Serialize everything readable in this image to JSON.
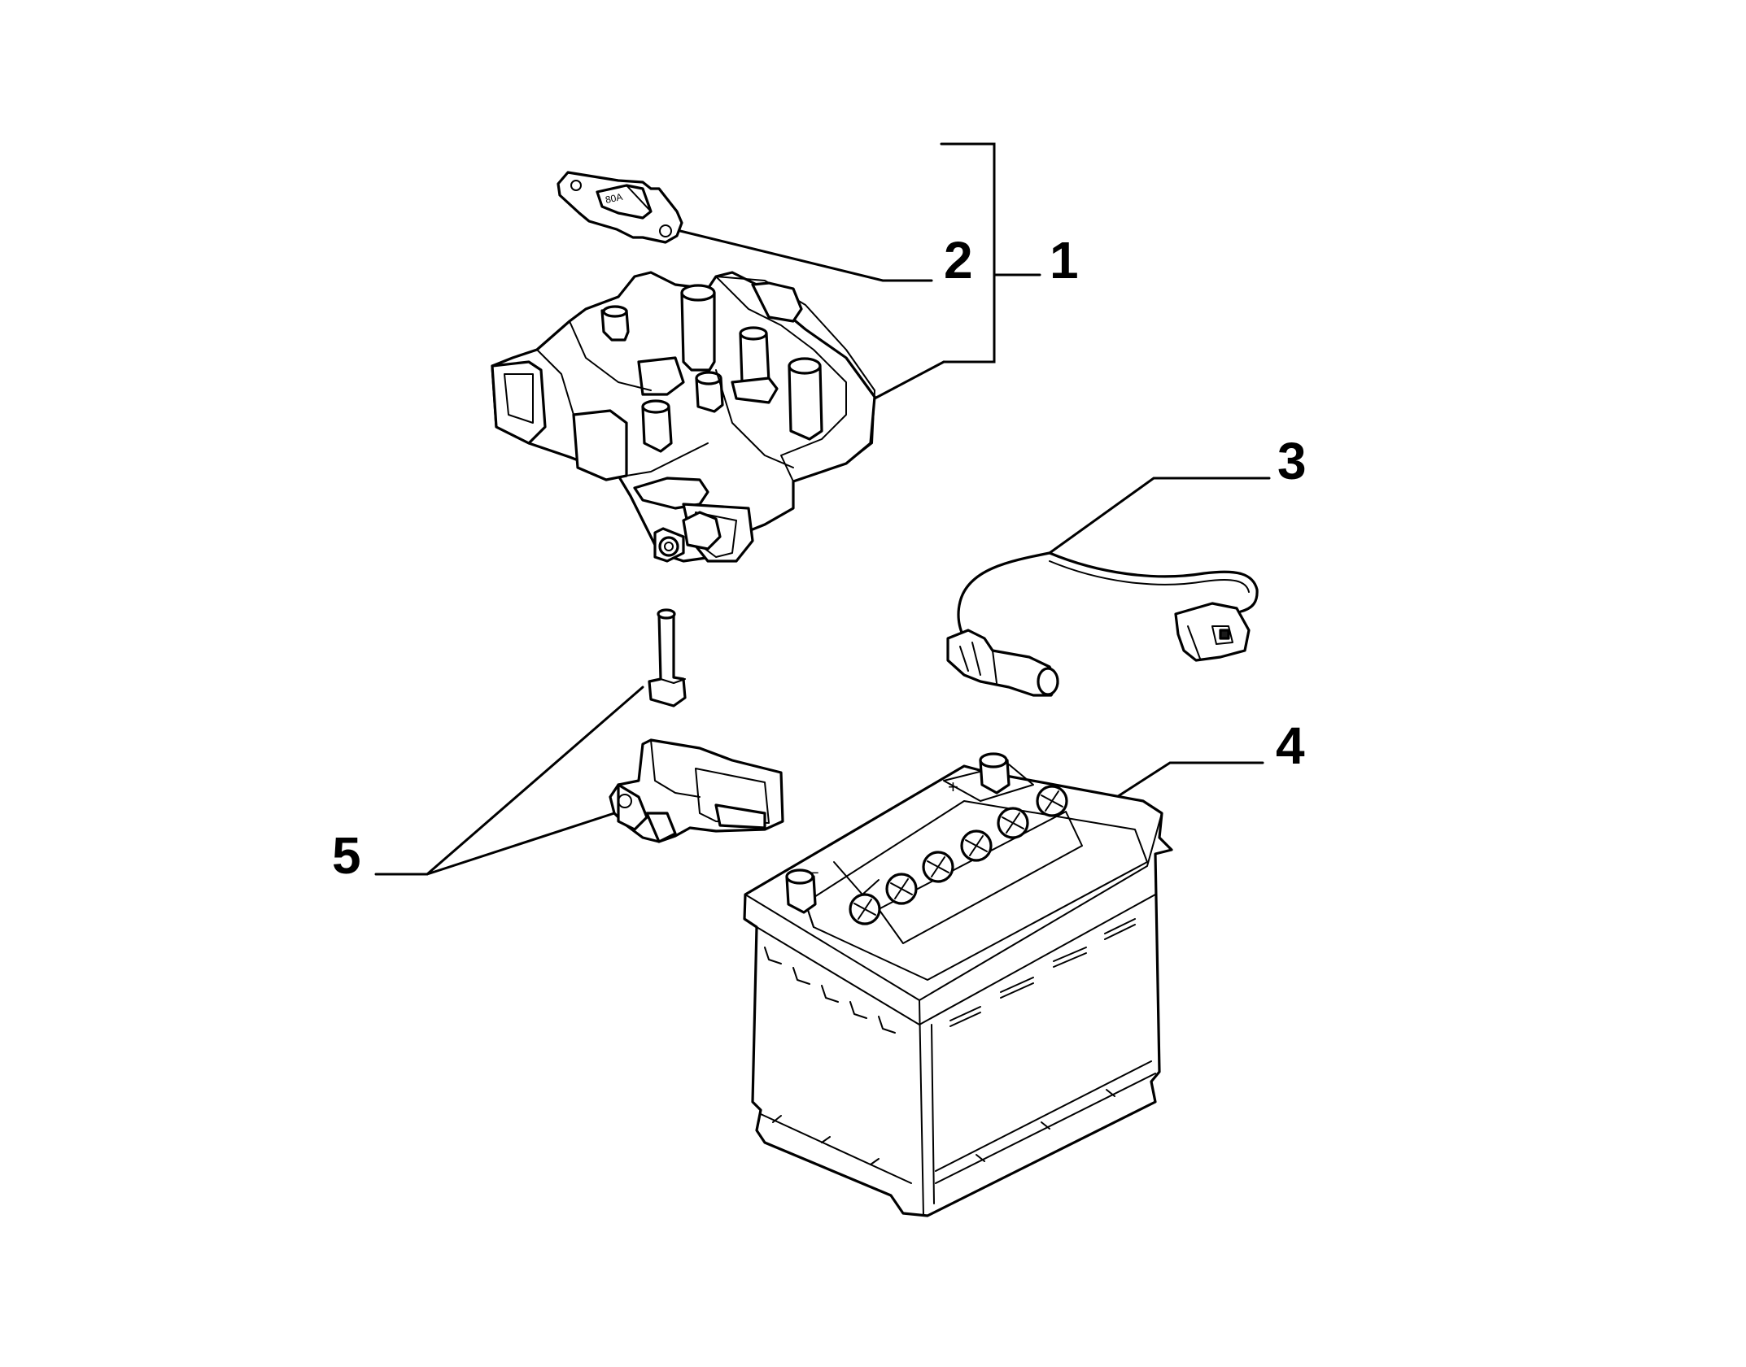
{
  "callouts": [
    {
      "id": "1",
      "label": "1"
    },
    {
      "id": "2",
      "label": "2"
    },
    {
      "id": "3",
      "label": "3"
    },
    {
      "id": "4",
      "label": "4"
    },
    {
      "id": "5",
      "label": "5"
    }
  ],
  "fuse_marking": "80A",
  "battery": {
    "positive_symbol": "+",
    "negative_symbol": "−"
  }
}
